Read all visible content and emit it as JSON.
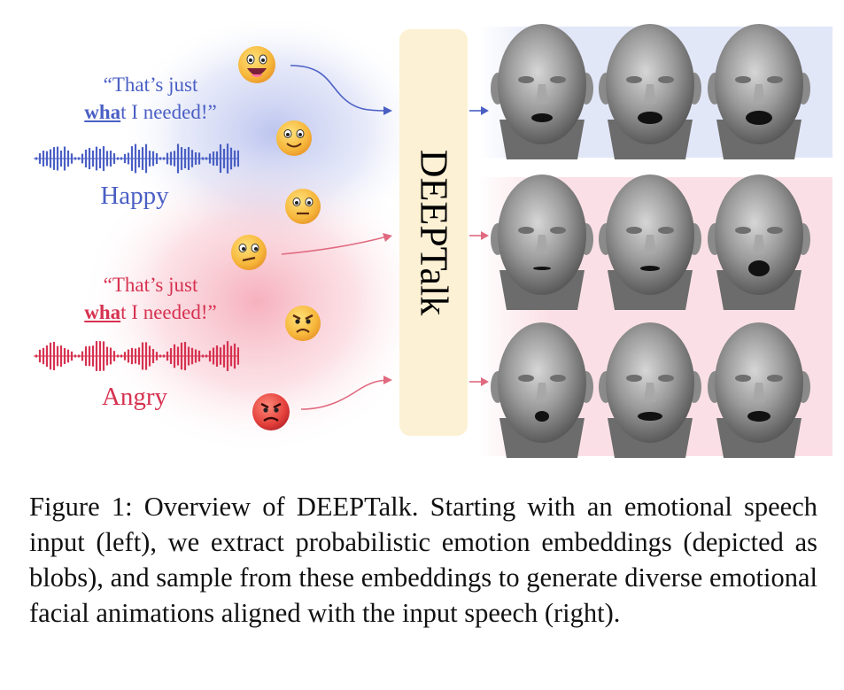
{
  "model_name": "DEEPTalk",
  "inputs": [
    {
      "quote_line1": "“That’s just",
      "quote_emph": "wha",
      "quote_rest": "t I needed!”",
      "emotion": "Happy",
      "color": "#4a5fc4"
    },
    {
      "quote_line1": "“That’s just",
      "quote_emph": "wha",
      "quote_rest": "t I needed!”",
      "emotion": "Angry",
      "color": "#d63250"
    }
  ],
  "emoji_icons": [
    "grinning-face-icon",
    "smiling-face-icon",
    "neutral-face-icon",
    "skeptical-face-icon",
    "angry-face-icon",
    "furious-face-icon"
  ],
  "colors": {
    "happy": "#4a5fc4",
    "angry": "#d63250",
    "model_box": "#fcf1d4",
    "face": "#8f8f8f"
  },
  "caption": "Figure 1: Overview of DEEPTalk. Starting with an emotional speech input (left), we extract probabilistic emotion embeddings (depicted as blobs), and sample from these embeddings to generate diverse emotional facial animations aligned with the input speech (right)."
}
